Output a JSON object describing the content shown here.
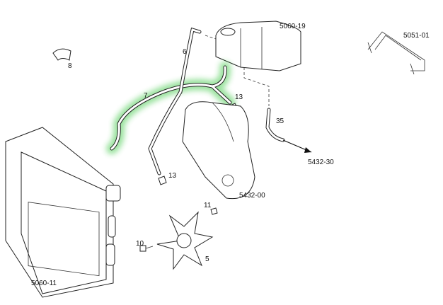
{
  "diagram": {
    "highlight_color": "#22c02a",
    "labels": {
      "expansion_tank": "5060-19",
      "bracket": "5051-01",
      "clip": "8",
      "hose_6": "6",
      "hose_7": "7",
      "clamp_upper": "13",
      "clamp_lower": "13",
      "hose_35": "35",
      "outlet_ref": "5432-30",
      "pump_housing": "5432-00",
      "nut": "11",
      "bolt": "10",
      "fan": "5",
      "radiator": "5060-11"
    }
  }
}
